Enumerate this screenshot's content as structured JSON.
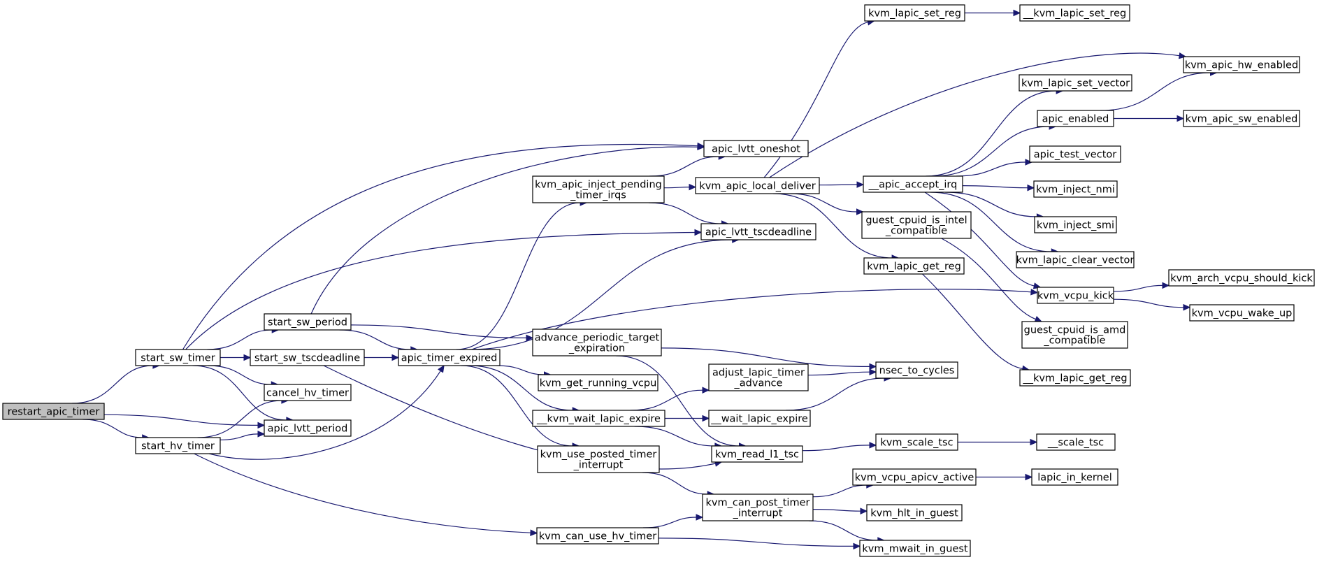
{
  "diagram": {
    "nodes": [
      {
        "id": "restart_apic_timer",
        "lines": [
          "restart_apic_timer"
        ],
        "root": true
      },
      {
        "id": "start_sw_timer",
        "lines": [
          "start_sw_timer"
        ]
      },
      {
        "id": "start_hv_timer",
        "lines": [
          "start_hv_timer"
        ]
      },
      {
        "id": "start_sw_period",
        "lines": [
          "start_sw_period"
        ]
      },
      {
        "id": "start_sw_tscdeadline",
        "lines": [
          "start_sw_tscdeadline"
        ]
      },
      {
        "id": "cancel_hv_timer",
        "lines": [
          "cancel_hv_timer"
        ]
      },
      {
        "id": "apic_lvtt_period",
        "lines": [
          "apic_lvtt_period"
        ]
      },
      {
        "id": "apic_lvtt_oneshot",
        "lines": [
          "apic_lvtt_oneshot"
        ]
      },
      {
        "id": "apic_lvtt_tscdeadline",
        "lines": [
          "apic_lvtt_tscdeadline"
        ]
      },
      {
        "id": "apic_timer_expired",
        "lines": [
          "apic_timer_expired"
        ]
      },
      {
        "id": "kvm_apic_inject_pending_timer_irqs",
        "lines": [
          "kvm_apic_inject_pending",
          "_timer_irqs"
        ]
      },
      {
        "id": "advance_periodic_target_expiration",
        "lines": [
          "advance_periodic_target",
          "_expiration"
        ]
      },
      {
        "id": "kvm_get_running_vcpu",
        "lines": [
          "kvm_get_running_vcpu"
        ]
      },
      {
        "id": "__kvm_wait_lapic_expire",
        "lines": [
          "__kvm_wait_lapic_expire"
        ]
      },
      {
        "id": "kvm_use_posted_timer_interrupt",
        "lines": [
          "kvm_use_posted_timer",
          "_interrupt"
        ]
      },
      {
        "id": "kvm_can_use_hv_timer",
        "lines": [
          "kvm_can_use_hv_timer"
        ]
      },
      {
        "id": "kvm_apic_local_deliver",
        "lines": [
          "kvm_apic_local_deliver"
        ]
      },
      {
        "id": "adjust_lapic_timer_advance",
        "lines": [
          "adjust_lapic_timer",
          "_advance"
        ]
      },
      {
        "id": "__wait_lapic_expire",
        "lines": [
          "__wait_lapic_expire"
        ]
      },
      {
        "id": "kvm_read_l1_tsc",
        "lines": [
          "kvm_read_l1_tsc"
        ]
      },
      {
        "id": "kvm_can_post_timer_interrupt",
        "lines": [
          "kvm_can_post_timer",
          "_interrupt"
        ]
      },
      {
        "id": "kvm_lapic_set_reg",
        "lines": [
          "kvm_lapic_set_reg"
        ]
      },
      {
        "id": "__apic_accept_irq",
        "lines": [
          "__apic_accept_irq"
        ]
      },
      {
        "id": "guest_cpuid_is_intel_compatible",
        "lines": [
          "guest_cpuid_is_intel",
          "_compatible"
        ]
      },
      {
        "id": "kvm_lapic_get_reg",
        "lines": [
          "kvm_lapic_get_reg"
        ]
      },
      {
        "id": "nsec_to_cycles",
        "lines": [
          "nsec_to_cycles"
        ]
      },
      {
        "id": "kvm_scale_tsc",
        "lines": [
          "kvm_scale_tsc"
        ]
      },
      {
        "id": "kvm_vcpu_apicv_active",
        "lines": [
          "kvm_vcpu_apicv_active"
        ]
      },
      {
        "id": "kvm_hlt_in_guest",
        "lines": [
          "kvm_hlt_in_guest"
        ]
      },
      {
        "id": "kvm_mwait_in_guest",
        "lines": [
          "kvm_mwait_in_guest"
        ]
      },
      {
        "id": "__kvm_lapic_set_reg",
        "lines": [
          "__kvm_lapic_set_reg"
        ]
      },
      {
        "id": "kvm_lapic_set_vector",
        "lines": [
          "kvm_lapic_set_vector"
        ]
      },
      {
        "id": "apic_enabled",
        "lines": [
          "apic_enabled"
        ]
      },
      {
        "id": "apic_test_vector",
        "lines": [
          "apic_test_vector"
        ]
      },
      {
        "id": "kvm_inject_nmi",
        "lines": [
          "kvm_inject_nmi"
        ]
      },
      {
        "id": "kvm_inject_smi",
        "lines": [
          "kvm_inject_smi"
        ]
      },
      {
        "id": "kvm_lapic_clear_vector",
        "lines": [
          "kvm_lapic_clear_vector"
        ]
      },
      {
        "id": "kvm_vcpu_kick",
        "lines": [
          "kvm_vcpu_kick"
        ]
      },
      {
        "id": "guest_cpuid_is_amd_compatible",
        "lines": [
          "guest_cpuid_is_amd",
          "_compatible"
        ]
      },
      {
        "id": "__kvm_lapic_get_reg",
        "lines": [
          "__kvm_lapic_get_reg"
        ]
      },
      {
        "id": "__scale_tsc",
        "lines": [
          "__scale_tsc"
        ]
      },
      {
        "id": "lapic_in_kernel",
        "lines": [
          "lapic_in_kernel"
        ]
      },
      {
        "id": "kvm_apic_hw_enabled",
        "lines": [
          "kvm_apic_hw_enabled"
        ]
      },
      {
        "id": "kvm_apic_sw_enabled",
        "lines": [
          "kvm_apic_sw_enabled"
        ]
      },
      {
        "id": "kvm_arch_vcpu_should_kick",
        "lines": [
          "kvm_arch_vcpu_should_kick"
        ]
      },
      {
        "id": "kvm_vcpu_wake_up",
        "lines": [
          "kvm_vcpu_wake_up"
        ]
      }
    ],
    "edges": [
      [
        "restart_apic_timer",
        "start_sw_timer"
      ],
      [
        "restart_apic_timer",
        "apic_lvtt_period"
      ],
      [
        "restart_apic_timer",
        "start_hv_timer"
      ],
      [
        "start_sw_timer",
        "apic_lvtt_oneshot"
      ],
      [
        "start_sw_timer",
        "apic_lvtt_tscdeadline"
      ],
      [
        "start_sw_timer",
        "start_sw_period"
      ],
      [
        "start_sw_timer",
        "start_sw_tscdeadline"
      ],
      [
        "start_sw_timer",
        "cancel_hv_timer"
      ],
      [
        "start_sw_timer",
        "apic_lvtt_period"
      ],
      [
        "start_hv_timer",
        "cancel_hv_timer"
      ],
      [
        "start_hv_timer",
        "apic_lvtt_period"
      ],
      [
        "start_hv_timer",
        "apic_timer_expired"
      ],
      [
        "start_hv_timer",
        "kvm_can_use_hv_timer"
      ],
      [
        "start_sw_period",
        "apic_lvtt_oneshot"
      ],
      [
        "start_sw_period",
        "advance_periodic_target_expiration"
      ],
      [
        "start_sw_period",
        "apic_timer_expired"
      ],
      [
        "start_sw_tscdeadline",
        "apic_timer_expired"
      ],
      [
        "start_sw_tscdeadline",
        "kvm_read_l1_tsc"
      ],
      [
        "apic_timer_expired",
        "kvm_apic_inject_pending_timer_irqs"
      ],
      [
        "apic_timer_expired",
        "apic_lvtt_tscdeadline"
      ],
      [
        "apic_timer_expired",
        "kvm_vcpu_kick"
      ],
      [
        "apic_timer_expired",
        "kvm_get_running_vcpu"
      ],
      [
        "apic_timer_expired",
        "__kvm_wait_lapic_expire"
      ],
      [
        "apic_timer_expired",
        "kvm_use_posted_timer_interrupt"
      ],
      [
        "kvm_apic_inject_pending_timer_irqs",
        "apic_lvtt_oneshot"
      ],
      [
        "kvm_apic_inject_pending_timer_irqs",
        "kvm_apic_local_deliver"
      ],
      [
        "kvm_apic_inject_pending_timer_irqs",
        "apic_lvtt_tscdeadline"
      ],
      [
        "advance_periodic_target_expiration",
        "nsec_to_cycles"
      ],
      [
        "advance_periodic_target_expiration",
        "kvm_read_l1_tsc"
      ],
      [
        "__kvm_wait_lapic_expire",
        "adjust_lapic_timer_advance"
      ],
      [
        "__kvm_wait_lapic_expire",
        "__wait_lapic_expire"
      ],
      [
        "__kvm_wait_lapic_expire",
        "kvm_read_l1_tsc"
      ],
      [
        "kvm_use_posted_timer_interrupt",
        "kvm_can_post_timer_interrupt"
      ],
      [
        "kvm_can_use_hv_timer",
        "kvm_can_post_timer_interrupt"
      ],
      [
        "kvm_can_use_hv_timer",
        "kvm_mwait_in_guest"
      ],
      [
        "kvm_apic_local_deliver",
        "kvm_lapic_set_reg"
      ],
      [
        "kvm_apic_local_deliver",
        "kvm_apic_hw_enabled"
      ],
      [
        "kvm_apic_local_deliver",
        "__apic_accept_irq"
      ],
      [
        "kvm_apic_local_deliver",
        "guest_cpuid_is_intel_compatible"
      ],
      [
        "kvm_apic_local_deliver",
        "kvm_lapic_get_reg"
      ],
      [
        "adjust_lapic_timer_advance",
        "nsec_to_cycles"
      ],
      [
        "__wait_lapic_expire",
        "nsec_to_cycles"
      ],
      [
        "kvm_read_l1_tsc",
        "kvm_scale_tsc"
      ],
      [
        "kvm_can_post_timer_interrupt",
        "kvm_vcpu_apicv_active"
      ],
      [
        "kvm_can_post_timer_interrupt",
        "kvm_hlt_in_guest"
      ],
      [
        "kvm_can_post_timer_interrupt",
        "kvm_mwait_in_guest"
      ],
      [
        "kvm_lapic_set_reg",
        "__kvm_lapic_set_reg"
      ],
      [
        "__apic_accept_irq",
        "kvm_lapic_set_vector"
      ],
      [
        "__apic_accept_irq",
        "apic_enabled"
      ],
      [
        "__apic_accept_irq",
        "apic_test_vector"
      ],
      [
        "__apic_accept_irq",
        "kvm_inject_nmi"
      ],
      [
        "__apic_accept_irq",
        "kvm_inject_smi"
      ],
      [
        "__apic_accept_irq",
        "kvm_lapic_clear_vector"
      ],
      [
        "__apic_accept_irq",
        "kvm_vcpu_kick"
      ],
      [
        "guest_cpuid_is_intel_compatible",
        "guest_cpuid_is_amd_compatible"
      ],
      [
        "kvm_lapic_get_reg",
        "__kvm_lapic_get_reg"
      ],
      [
        "kvm_scale_tsc",
        "__scale_tsc"
      ],
      [
        "kvm_vcpu_apicv_active",
        "lapic_in_kernel"
      ],
      [
        "apic_enabled",
        "kvm_apic_hw_enabled"
      ],
      [
        "apic_enabled",
        "kvm_apic_sw_enabled"
      ],
      [
        "kvm_vcpu_kick",
        "kvm_arch_vcpu_should_kick"
      ],
      [
        "kvm_vcpu_kick",
        "kvm_vcpu_wake_up"
      ]
    ]
  }
}
